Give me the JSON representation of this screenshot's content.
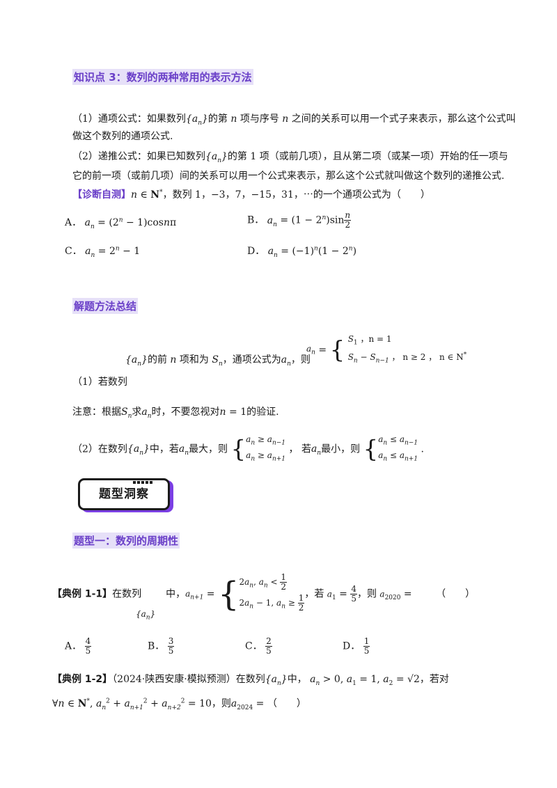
{
  "sec3": {
    "title": "知识点 3：数列的两种常用的表示方法",
    "p1_a": "（1）通项公式：如果数列",
    "p1_b": "的第",
    "p1_c": "项与序号",
    "p1_d": "之间的关系可以用一个式子来表示，那么这个公式叫",
    "p1_e": "做这个数列的通项公式.",
    "p2_a": "（2）递推公式：如果已知数列",
    "p2_b": "的第 1 项（或前几项），且从第二项（或某一项）开始的任一项与",
    "p2_c": "它的前一项（或前几项）间的关系可以用一个公式来表示，那么这个公式就叫做这个数列的递推公式."
  },
  "diag": {
    "label": "【诊断自测】",
    "stem": "，数列 1，−3，7，−15，31，⋯的一个通项公式为（　　）",
    "options": {
      "A": "A．",
      "B": "B．",
      "C": "C．",
      "D": "D．"
    }
  },
  "method": {
    "title": "解题方法总结",
    "line1_a": "的前",
    "line1_b": "项和为",
    "line1_c": "，通项公式为",
    "line1_d": "，则",
    "cond1": "，n = 1",
    "cond2": "， n ≥ 2 ， n ∈ N",
    "item1": "（1）若数列",
    "note_a": "注意：根据",
    "note_b": "求",
    "note_c": "时，不要忽视对",
    "note_d": "的验证.",
    "item2_a": "（2）在数列",
    "item2_b": "中，若",
    "item2_c": "最大，则",
    "item2_d": "，",
    "item2_e": "若",
    "item2_f": "最小，则"
  },
  "badge": {
    "text": "题型洞察"
  },
  "type1": {
    "title": "题型一：数列的周期性"
  },
  "ex11": {
    "label": "【典例 1-1】",
    "a": "在数列",
    "b": "中，",
    "c": "，若",
    "d": "，则",
    "paren": "（　　）",
    "options": {
      "A": "A．",
      "B": "B．",
      "C": "C．",
      "D": "D．"
    }
  },
  "ex12": {
    "label": "【典例 1-2】",
    "a": "（2024·陕西安康·模拟预测）在数列",
    "b": "中，",
    "c": "，若对",
    "d": "，则",
    "e": "（　　）"
  }
}
